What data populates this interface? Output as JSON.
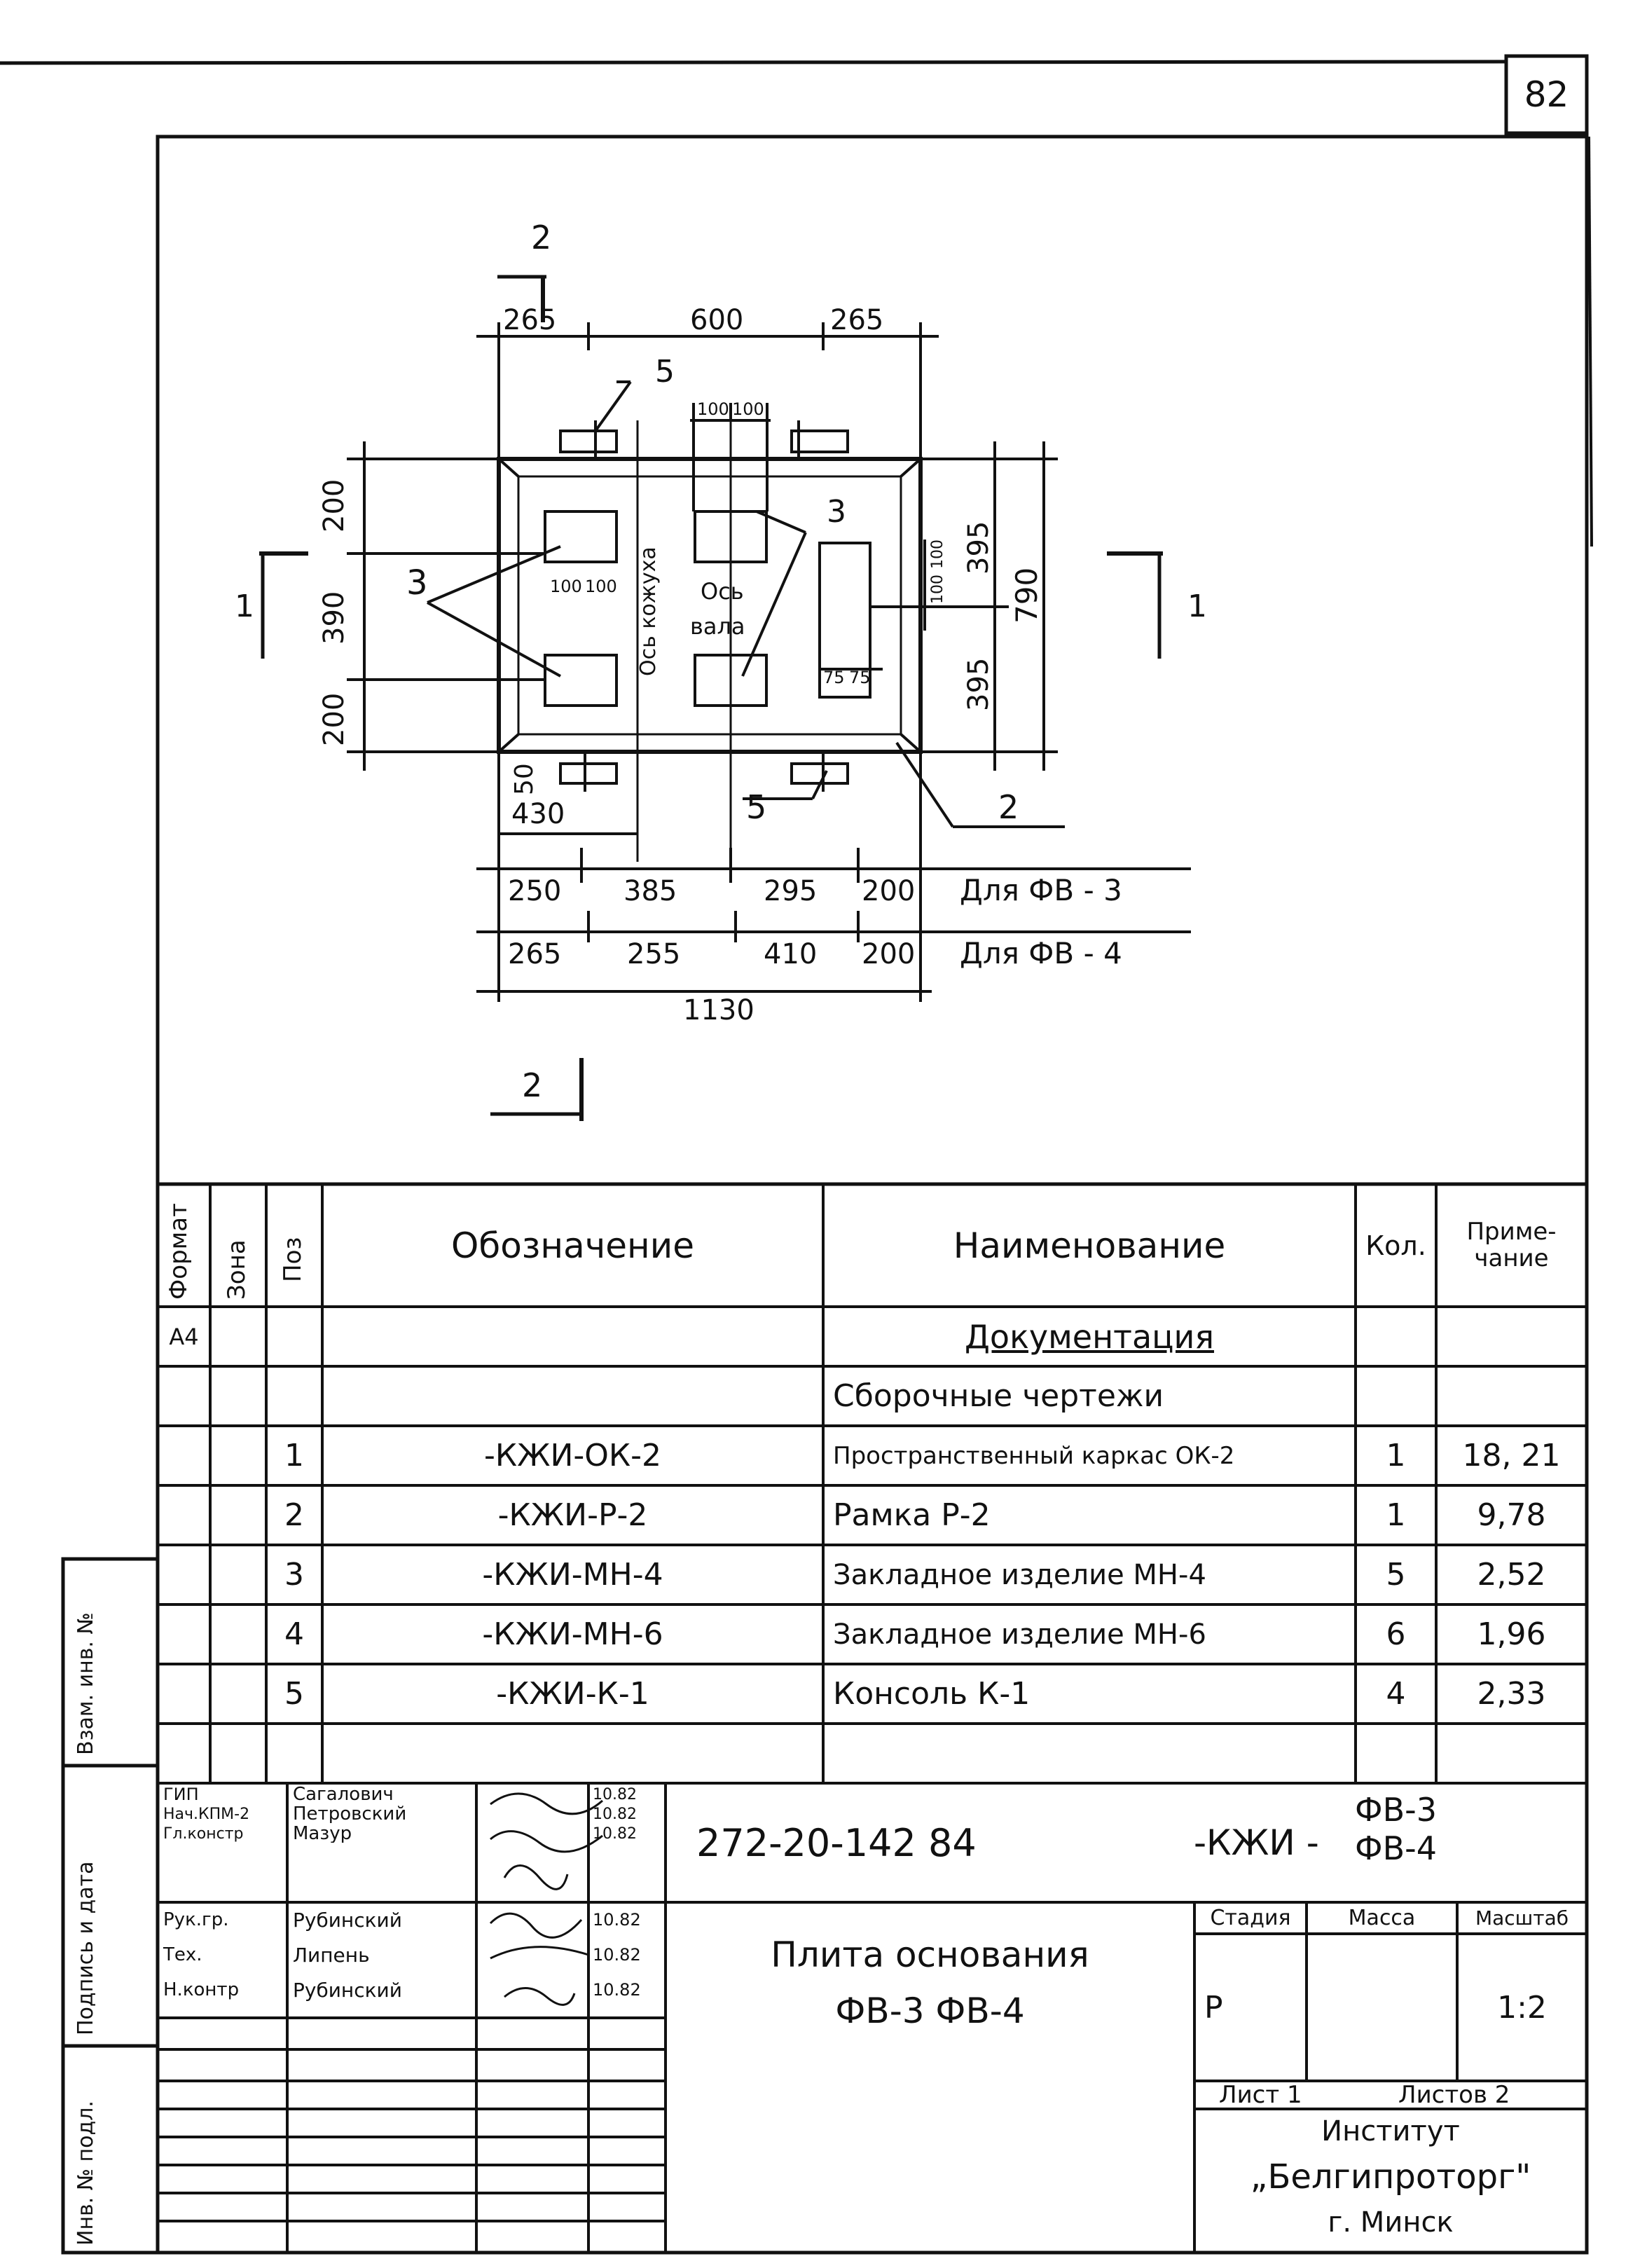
{
  "page_number": "82",
  "drawing": {
    "section_mark": "2",
    "section_mark_bottom": "2",
    "cut_left": "1",
    "cut_right": "1",
    "dims_top": [
      "265",
      "600",
      "265"
    ],
    "dim_100a": "100",
    "dim_100b": "100",
    "dim_100c": "100",
    "dim_100d": "100",
    "dim_100e": "100",
    "dim_100f": "100",
    "dim_75a": "75",
    "dim_75b": "75",
    "dims_left": [
      "200",
      "390",
      "200"
    ],
    "dims_right": [
      "395",
      "395"
    ],
    "dim_790": "790",
    "dim_50": "50",
    "dim_430": "430",
    "row_fv3": [
      "250",
      "385",
      "295",
      "200"
    ],
    "row_fv4": [
      "265",
      "255",
      "410",
      "200"
    ],
    "dim_total": "1130",
    "label_fv3": "Для ФВ - 3",
    "label_fv4": "Для ФВ - 4",
    "axis_label_1": "Ось кожуха",
    "axis_label_2a": "Ось",
    "axis_label_2b": "вала",
    "callout_5a": "5",
    "callout_5b": "5",
    "callout_3a": "3",
    "callout_3b": "3",
    "callout_2": "2"
  },
  "spec": {
    "headers": {
      "format": "Формат",
      "zone": "Зона",
      "pos": "Поз",
      "designation": "Обозначение",
      "name": "Наименование",
      "qty": "Кол.",
      "note": "Приме- чание"
    },
    "rows": [
      {
        "format": "А4",
        "pos": "",
        "designation": "",
        "name": "Документация",
        "qty": "",
        "note": ""
      },
      {
        "format": "",
        "pos": "",
        "designation": "",
        "name": "Сборочные чертежи",
        "qty": "",
        "note": ""
      },
      {
        "format": "",
        "pos": "1",
        "designation": "-КЖИ-ОК-2",
        "name": "Пространственный каркас ОК-2",
        "qty": "1",
        "note": "18, 21"
      },
      {
        "format": "",
        "pos": "2",
        "designation": "-КЖИ-Р-2",
        "name": "Рамка Р-2",
        "qty": "1",
        "note": "9,78"
      },
      {
        "format": "",
        "pos": "3",
        "designation": "-КЖИ-МН-4",
        "name": "Закладное изделие МН-4",
        "qty": "5",
        "note": "2,52"
      },
      {
        "format": "",
        "pos": "4",
        "designation": "-КЖИ-МН-6",
        "name": "Закладное изделие МН-6",
        "qty": "6",
        "note": "1,96"
      },
      {
        "format": "",
        "pos": "5",
        "designation": "-КЖИ-К-1",
        "name": "Консоль К-1",
        "qty": "4",
        "note": "2,33"
      },
      {
        "format": "",
        "pos": "",
        "designation": "",
        "name": "",
        "qty": "",
        "note": ""
      }
    ]
  },
  "side_stamp": {
    "inv_zam": "Взам. инв. №",
    "podpis": "Подпись и дата",
    "inv_podl": "Инв. № подл."
  },
  "title_block": {
    "signers": [
      {
        "role": "ГИП",
        "name": "Сагалович",
        "date": "10.82"
      },
      {
        "role": "Нач.КПМ-2",
        "name": "Петровский",
        "date": "10.82"
      },
      {
        "role": "Гл.констр",
        "name": "Мазур",
        "date": "10.82"
      },
      {
        "role": "Рук.гр.",
        "name": "Рубинский",
        "date": "10.82"
      },
      {
        "role": "Тех.",
        "name": "Липень",
        "date": "10.82"
      },
      {
        "role": "Н.контр",
        "name": "Рубинский",
        "date": "10.82"
      }
    ],
    "doc_code": "272-20-142 84",
    "doc_suffix": "-КЖИ -",
    "doc_variant_1": "ФВ-3",
    "doc_variant_2": "ФВ-4",
    "title_line1": "Плита основания",
    "title_line2": "ФВ-3   ФВ-4",
    "stage_label": "Стадия",
    "mass_label": "Масса",
    "scale_label": "Масштаб",
    "stage_value": "Р",
    "scale_value": "1:2",
    "sheet_label": "Лист 1",
    "sheets_label": "Листов 2",
    "org_line1": "Институт",
    "org_line2": "„Белгипроторг\"",
    "org_line3": "г. Минск"
  }
}
